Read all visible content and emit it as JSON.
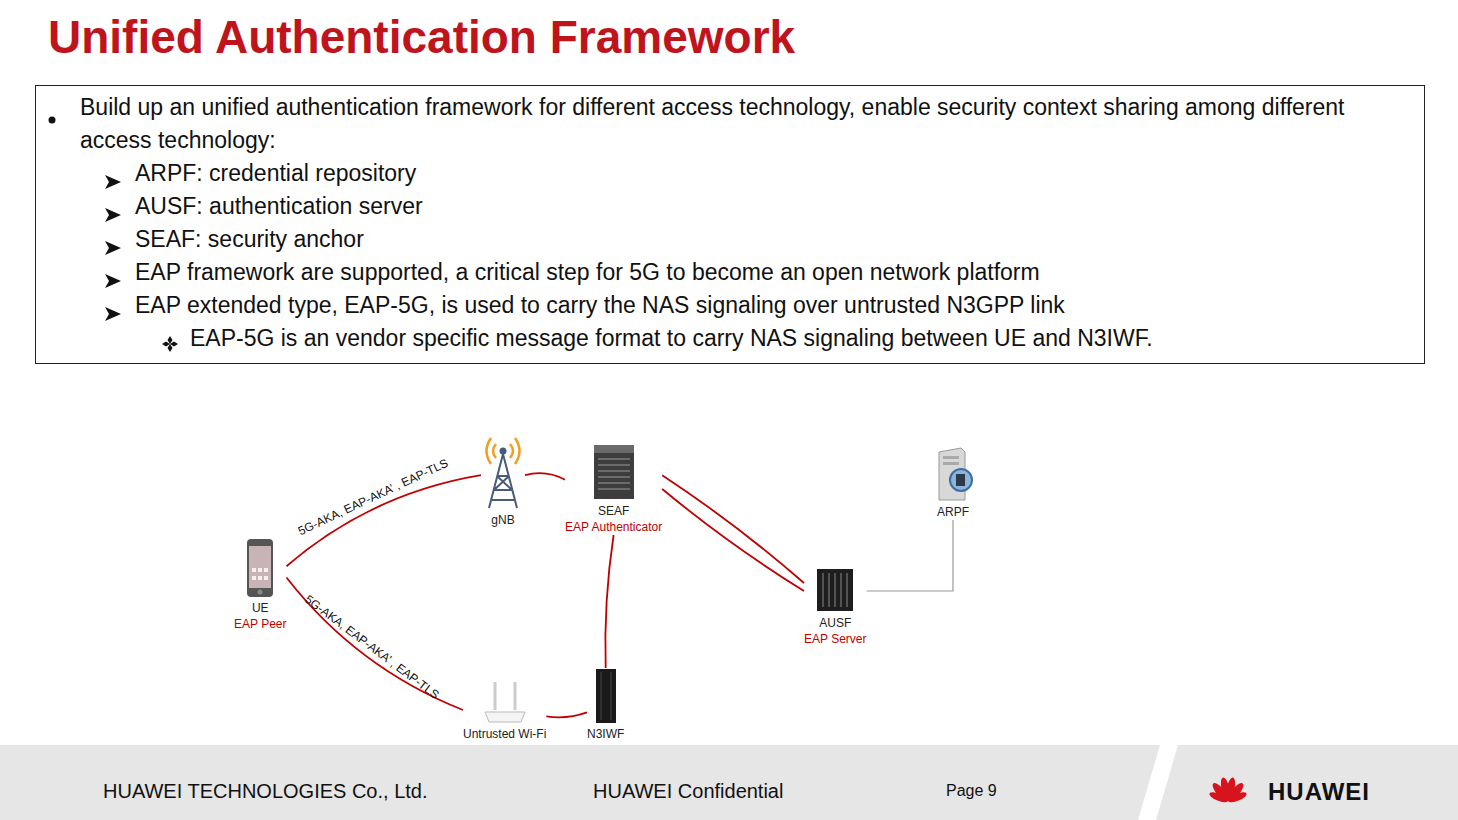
{
  "diagram": {
    "title": "Unified Authentication Framework",
    "nodes": [
      {
        "text": [
          "Build up an unified authentication framework for different access technology, enable security context sharing among different access technology:",
          "ARPF: credential repository",
          "AUSF: authentication server",
          "SEAF: security anchor",
          "EAP framework are supported, a critical step for 5G to become an open network platform",
          "EAP extended type, EAP-5G, is used to carry the NAS signaling over untrusted N3GPP link",
          "EAP-5G is an vendor specific message format to carry NAS signaling between UE and N3IWF."
        ]
      },
      {
        "text": [
          "UE",
          "EAP Peer"
        ]
      },
      {
        "text": [
          "gNB"
        ]
      },
      {
        "text": [
          "SEAF",
          "EAP Authenticator"
        ]
      },
      {
        "text": [
          "ARPF"
        ]
      },
      {
        "text": [
          "AUSF",
          "EAP Server"
        ]
      },
      {
        "text": [
          "Untrusted Wi-Fi"
        ]
      },
      {
        "text": [
          "N3IWF"
        ]
      }
    ],
    "edges": [
      {
        "from": 1,
        "to": 2,
        "arrow": "none",
        "label": "5G-AKA, EAP-AKA’ , EAP-TLS"
      },
      {
        "from": 2,
        "to": 3,
        "arrow": "none"
      },
      {
        "from": 3,
        "to": 5,
        "arrow": "none"
      },
      {
        "from": 3,
        "to": 5,
        "arrow": "none"
      },
      {
        "from": 1,
        "to": 6,
        "arrow": "none",
        "label": "5G-AKA, EAP-AKA’ , EAP-TLS"
      },
      {
        "from": 6,
        "to": 7,
        "arrow": "none"
      },
      {
        "from": 7,
        "to": 3,
        "arrow": "none"
      },
      {
        "from": 5,
        "to": 4,
        "arrow": "none"
      }
    ],
    "labels": [
      "HUAWEI TECHNOLOGIES Co., Ltd.",
      "HUAWEI Confidential",
      "Page 9",
      "HUAWEI"
    ]
  }
}
